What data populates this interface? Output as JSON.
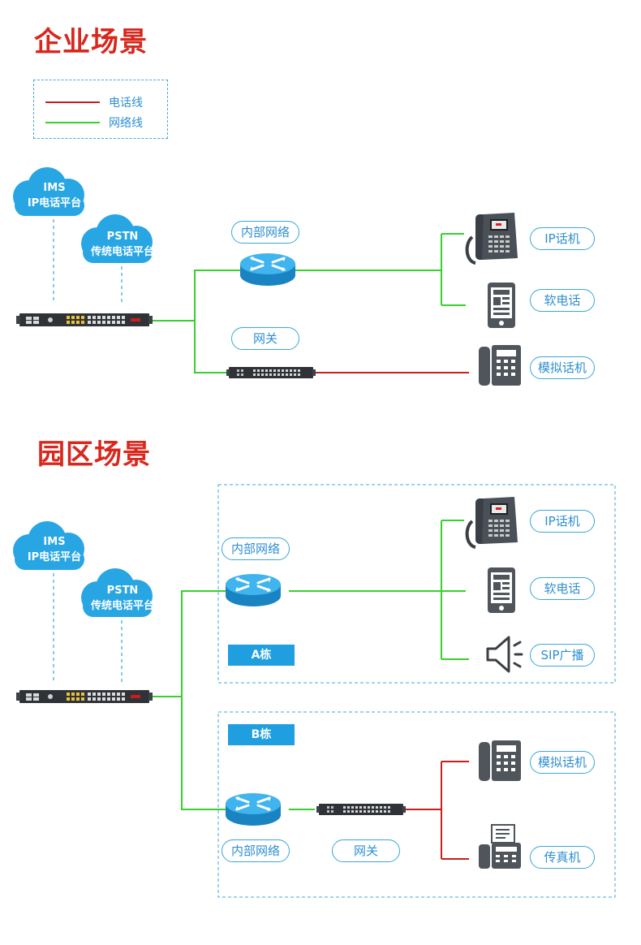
{
  "section1": {
    "title": "企业场景"
  },
  "section2": {
    "title": "园区场景"
  },
  "legend": {
    "phone_line": "电话线",
    "network_line": "网络线"
  },
  "colors": {
    "title": "#d8281e",
    "phone_line": "#c81e1e",
    "network_line": "#37d12e",
    "accent": "#2f8fd0",
    "cloud": "#28a6e4"
  },
  "clouds": {
    "ims_line1": "IMS",
    "ims_line2": "IP电话平台",
    "pstn_line1": "PSTN",
    "pstn_line2": "传统电话平台"
  },
  "labels": {
    "internal_network": "内部网络",
    "gateway": "网关",
    "ip_phone": "IP话机",
    "softphone": "软电话",
    "analog_phone": "模拟话机",
    "sip_broadcast": "SIP广播",
    "fax": "传真机",
    "building_a": "A栋",
    "building_b": "B栋"
  }
}
